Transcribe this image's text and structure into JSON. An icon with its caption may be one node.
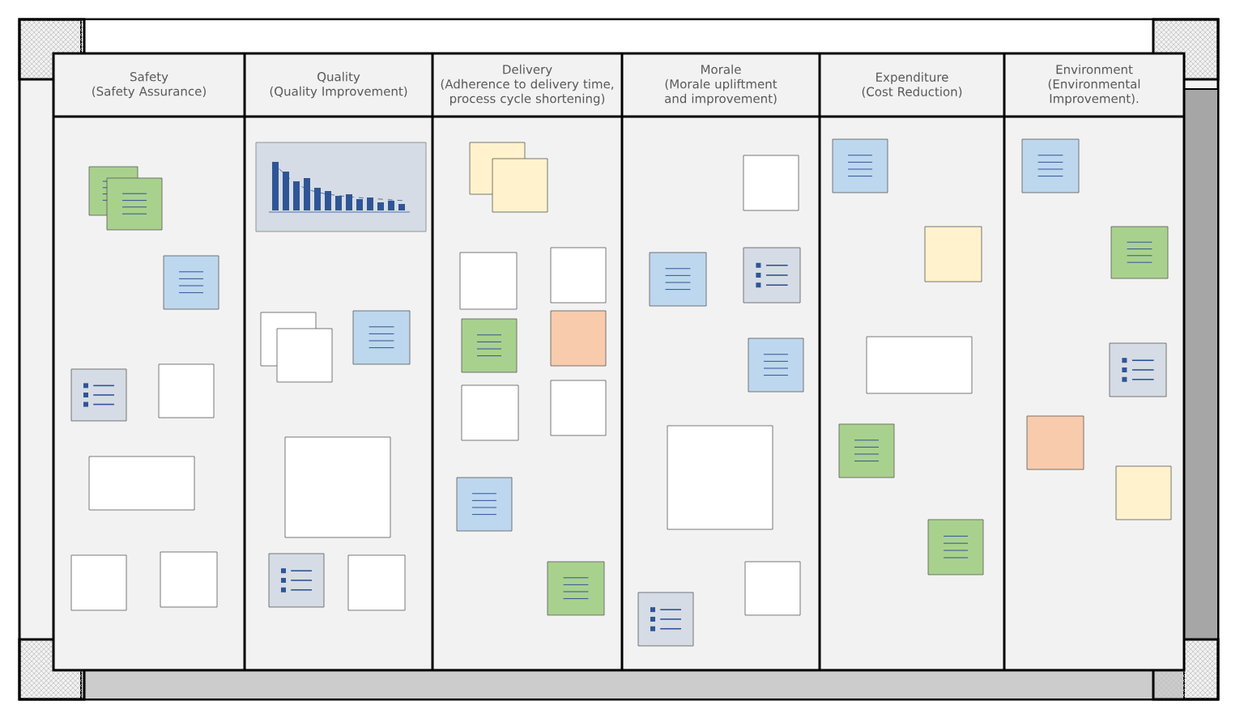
{
  "diagram": {
    "nodes": [
      {
        "text": [
          "Safety",
          "(Safety Assurance)"
        ]
      },
      {
        "text": [
          "Quality",
          "(Quality Improvement)"
        ]
      },
      {
        "text": [
          "Delivery",
          "(Adherence to delivery time, process cycle shortening)"
        ]
      },
      {
        "text": [
          "Morale",
          "(Morale upliftment and improvement)"
        ]
      },
      {
        "text": [
          "Expenditure",
          "(Cost Reduction)"
        ]
      },
      {
        "text": [
          "Environment",
          "(Environmental Improvement)."
        ]
      }
    ]
  }
}
